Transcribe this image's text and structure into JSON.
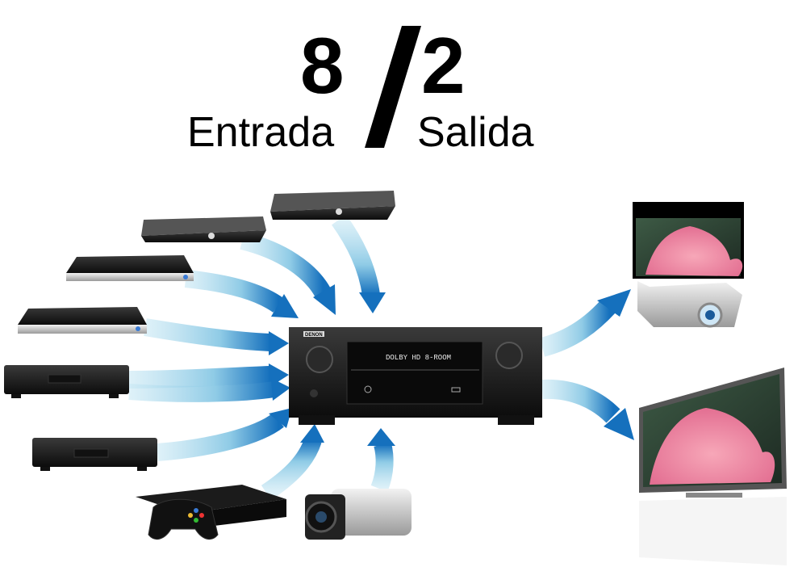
{
  "title": {
    "inputs_count": "8",
    "outputs_count": "2",
    "inputs_label": "Entrada",
    "outputs_label": "Salida"
  },
  "receiver": {
    "brand": "DENON",
    "display_text": "DOLBY HD  8-ROOM"
  },
  "colors": {
    "arrow_light": "#a8d8ec",
    "arrow_dark": "#1570bd"
  }
}
